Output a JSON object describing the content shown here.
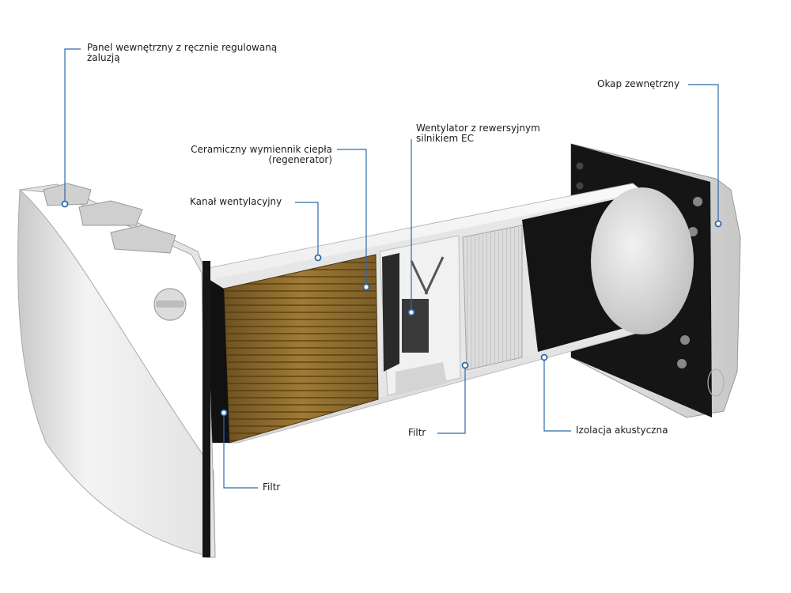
{
  "callouts": {
    "inner_panel": "Panel wewnętrzny z ręcznie regulowaną\nżaluzją",
    "outer_hood": "Okap zewnętrzny",
    "fan": "Wentylator z rewersyjnym\nsilnikiem EC",
    "heat_exchanger": "Ceramiczny wymiennik ciepła\n(regenerator)",
    "duct": "Kanał wentylacyjny",
    "filter_left": "Filtr",
    "filter_middle": "Filtr",
    "acoustic_insulation": "Izolacja akustyczna"
  },
  "colors": {
    "leader_line": "#2e6aa8",
    "ceramic": "#8a6a2c",
    "panel": "#eeeeee",
    "insulation": "#141414"
  }
}
